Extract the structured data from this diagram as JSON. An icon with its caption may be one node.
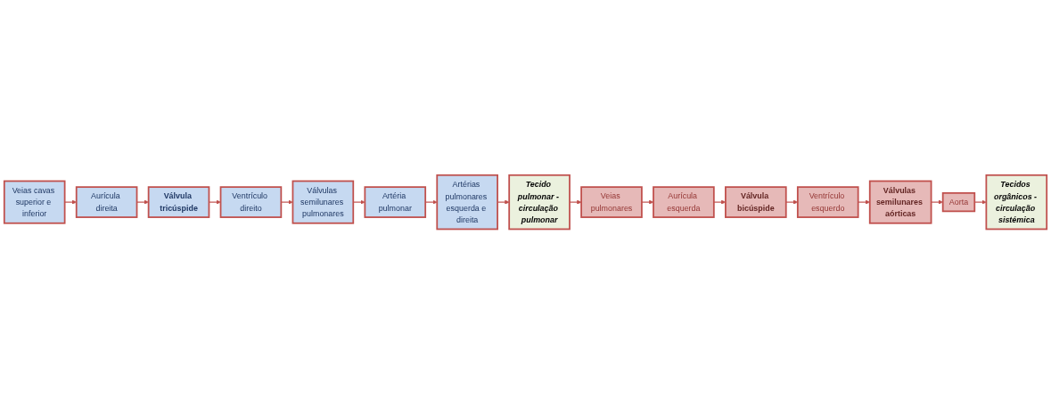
{
  "diagram": {
    "nodes": [
      {
        "text": [
          "Veias cavas superior e inferior"
        ]
      },
      {
        "text": [
          "Aurícula direita"
        ]
      },
      {
        "text": [
          "Válvula tricúspide"
        ]
      },
      {
        "text": [
          "Ventrículo direito"
        ]
      },
      {
        "text": [
          "Válvulas semilunares pulmonares"
        ]
      },
      {
        "text": [
          "Artéria pulmonar"
        ]
      },
      {
        "text": [
          "Artérias pulmonares esquerda e direita"
        ]
      },
      {
        "text": [
          "Tecido pulmonar - circulação pulmonar"
        ]
      },
      {
        "text": [
          "Veias pulmonares"
        ]
      },
      {
        "text": [
          "Aurícula esquerda"
        ]
      },
      {
        "text": [
          "Válvula bicúspide"
        ]
      },
      {
        "text": [
          "Ventrículo esquerdo"
        ]
      },
      {
        "text": [
          "Válvulas semilunares aórticas"
        ]
      },
      {
        "text": [
          "Aorta"
        ]
      },
      {
        "text": [
          "Tecidos orgânicos - circulação sistémica"
        ]
      }
    ],
    "edges": [
      {
        "from": 0,
        "to": 1,
        "arrow": "to"
      },
      {
        "from": 1,
        "to": 2,
        "arrow": "to"
      },
      {
        "from": 2,
        "to": 3,
        "arrow": "to"
      },
      {
        "from": 3,
        "to": 4,
        "arrow": "to"
      },
      {
        "from": 4,
        "to": 5,
        "arrow": "to"
      },
      {
        "from": 5,
        "to": 6,
        "arrow": "to"
      },
      {
        "from": 6,
        "to": 7,
        "arrow": "to"
      },
      {
        "from": 7,
        "to": 8,
        "arrow": "to"
      },
      {
        "from": 8,
        "to": 9,
        "arrow": "to"
      },
      {
        "from": 9,
        "to": 10,
        "arrow": "to"
      },
      {
        "from": 10,
        "to": 11,
        "arrow": "to"
      },
      {
        "from": 11,
        "to": 12,
        "arrow": "to"
      },
      {
        "from": 12,
        "to": 13,
        "arrow": "to"
      },
      {
        "from": 13,
        "to": 14,
        "arrow": "to"
      }
    ]
  }
}
